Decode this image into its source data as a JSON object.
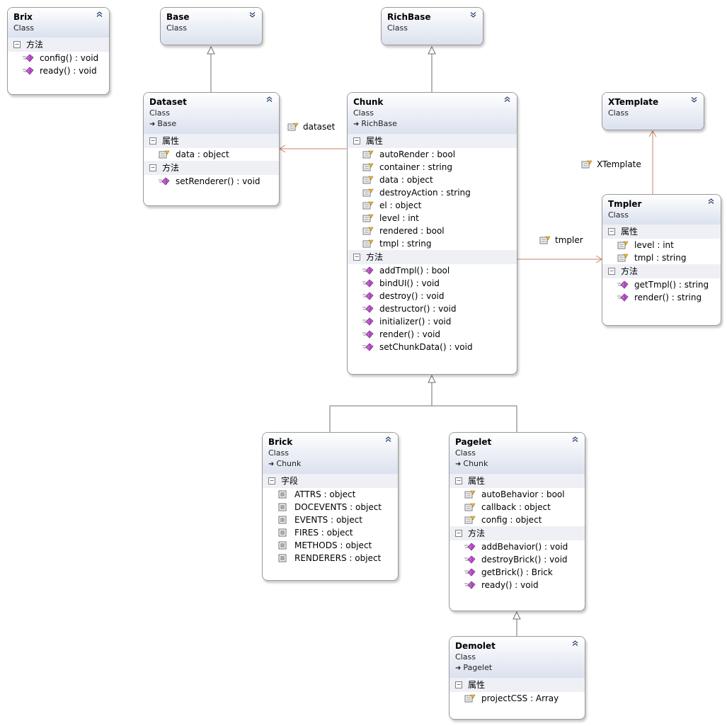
{
  "classes": {
    "brix": {
      "name": "Brix",
      "stereotype": "Class",
      "sections": [
        {
          "title": "方法",
          "members": [
            {
              "kind": "method",
              "text": "config() : void"
            },
            {
              "kind": "method",
              "text": "ready() : void"
            }
          ]
        }
      ]
    },
    "base": {
      "name": "Base",
      "stereotype": "Class"
    },
    "richbase": {
      "name": "RichBase",
      "stereotype": "Class"
    },
    "xtemplate": {
      "name": "XTemplate",
      "stereotype": "Class"
    },
    "dataset": {
      "name": "Dataset",
      "stereotype": "Class",
      "base": "Base",
      "sections": [
        {
          "title": "属性",
          "members": [
            {
              "kind": "property",
              "text": "data : object"
            }
          ]
        },
        {
          "title": "方法",
          "members": [
            {
              "kind": "method",
              "text": "setRenderer() : void"
            }
          ]
        }
      ]
    },
    "chunk": {
      "name": "Chunk",
      "stereotype": "Class",
      "base": "RichBase",
      "sections": [
        {
          "title": "属性",
          "members": [
            {
              "kind": "property",
              "text": "autoRender : bool"
            },
            {
              "kind": "property",
              "text": "container : string"
            },
            {
              "kind": "property",
              "text": "data : object"
            },
            {
              "kind": "property",
              "text": "destroyAction : string"
            },
            {
              "kind": "property",
              "text": "el : object"
            },
            {
              "kind": "property",
              "text": "level : int"
            },
            {
              "kind": "property",
              "text": "rendered : bool"
            },
            {
              "kind": "property",
              "text": "tmpl : string"
            }
          ]
        },
        {
          "title": "方法",
          "members": [
            {
              "kind": "method",
              "text": "addTmpl() : bool"
            },
            {
              "kind": "method",
              "text": "bindUI() : void"
            },
            {
              "kind": "method",
              "text": "destroy() : void"
            },
            {
              "kind": "method",
              "text": "destructor() : void"
            },
            {
              "kind": "method",
              "text": "initializer() : void"
            },
            {
              "kind": "method",
              "text": "render() : void"
            },
            {
              "kind": "method",
              "text": "setChunkData() : void"
            }
          ]
        }
      ]
    },
    "tmpler": {
      "name": "Tmpler",
      "stereotype": "Class",
      "sections": [
        {
          "title": "属性",
          "members": [
            {
              "kind": "property",
              "text": "level : int"
            },
            {
              "kind": "property",
              "text": "tmpl : string"
            }
          ]
        },
        {
          "title": "方法",
          "members": [
            {
              "kind": "method",
              "text": "getTmpl() : string"
            },
            {
              "kind": "method",
              "text": "render() : string"
            }
          ]
        }
      ]
    },
    "brick": {
      "name": "Brick",
      "stereotype": "Class",
      "base": "Chunk",
      "sections": [
        {
          "title": "字段",
          "members": [
            {
              "kind": "field",
              "text": "ATTRS : object"
            },
            {
              "kind": "field",
              "text": "DOCEVENTS : object"
            },
            {
              "kind": "field",
              "text": "EVENTS : object"
            },
            {
              "kind": "field",
              "text": "FIRES : object"
            },
            {
              "kind": "field",
              "text": "METHODS : object"
            },
            {
              "kind": "field",
              "text": "RENDERERS : object"
            }
          ]
        }
      ]
    },
    "pagelet": {
      "name": "Pagelet",
      "stereotype": "Class",
      "base": "Chunk",
      "sections": [
        {
          "title": "属性",
          "members": [
            {
              "kind": "property",
              "text": "autoBehavior : bool"
            },
            {
              "kind": "property",
              "text": "callback : object"
            },
            {
              "kind": "property",
              "text": "config : object"
            }
          ]
        },
        {
          "title": "方法",
          "members": [
            {
              "kind": "method",
              "text": "addBehavior() : void"
            },
            {
              "kind": "method",
              "text": "destroyBrick() : void"
            },
            {
              "kind": "method",
              "text": "getBrick() : Brick"
            },
            {
              "kind": "method",
              "text": "ready() : void"
            }
          ]
        }
      ]
    },
    "demolet": {
      "name": "Demolet",
      "stereotype": "Class",
      "base": "Pagelet",
      "sections": [
        {
          "title": "属性",
          "members": [
            {
              "kind": "property",
              "text": "projectCSS : Array"
            }
          ]
        }
      ]
    }
  },
  "associations": {
    "dataset": "dataset",
    "tmpler": "tmpler",
    "xtemplate": "XTemplate"
  },
  "icons": {
    "collapse": "double-chevron-up-icon",
    "expand": "double-chevron-down-icon",
    "section_toggle": "minus-box-icon",
    "method": "purple-method-icon",
    "property": "property-icon",
    "field": "field-icon"
  },
  "colors": {
    "association_line": "#c9835f",
    "inheritance_line": "#707070",
    "header_gradient_end": "#dbe1ee",
    "section_bg": "#eef0f6",
    "method_icon": "#b04fc0"
  }
}
